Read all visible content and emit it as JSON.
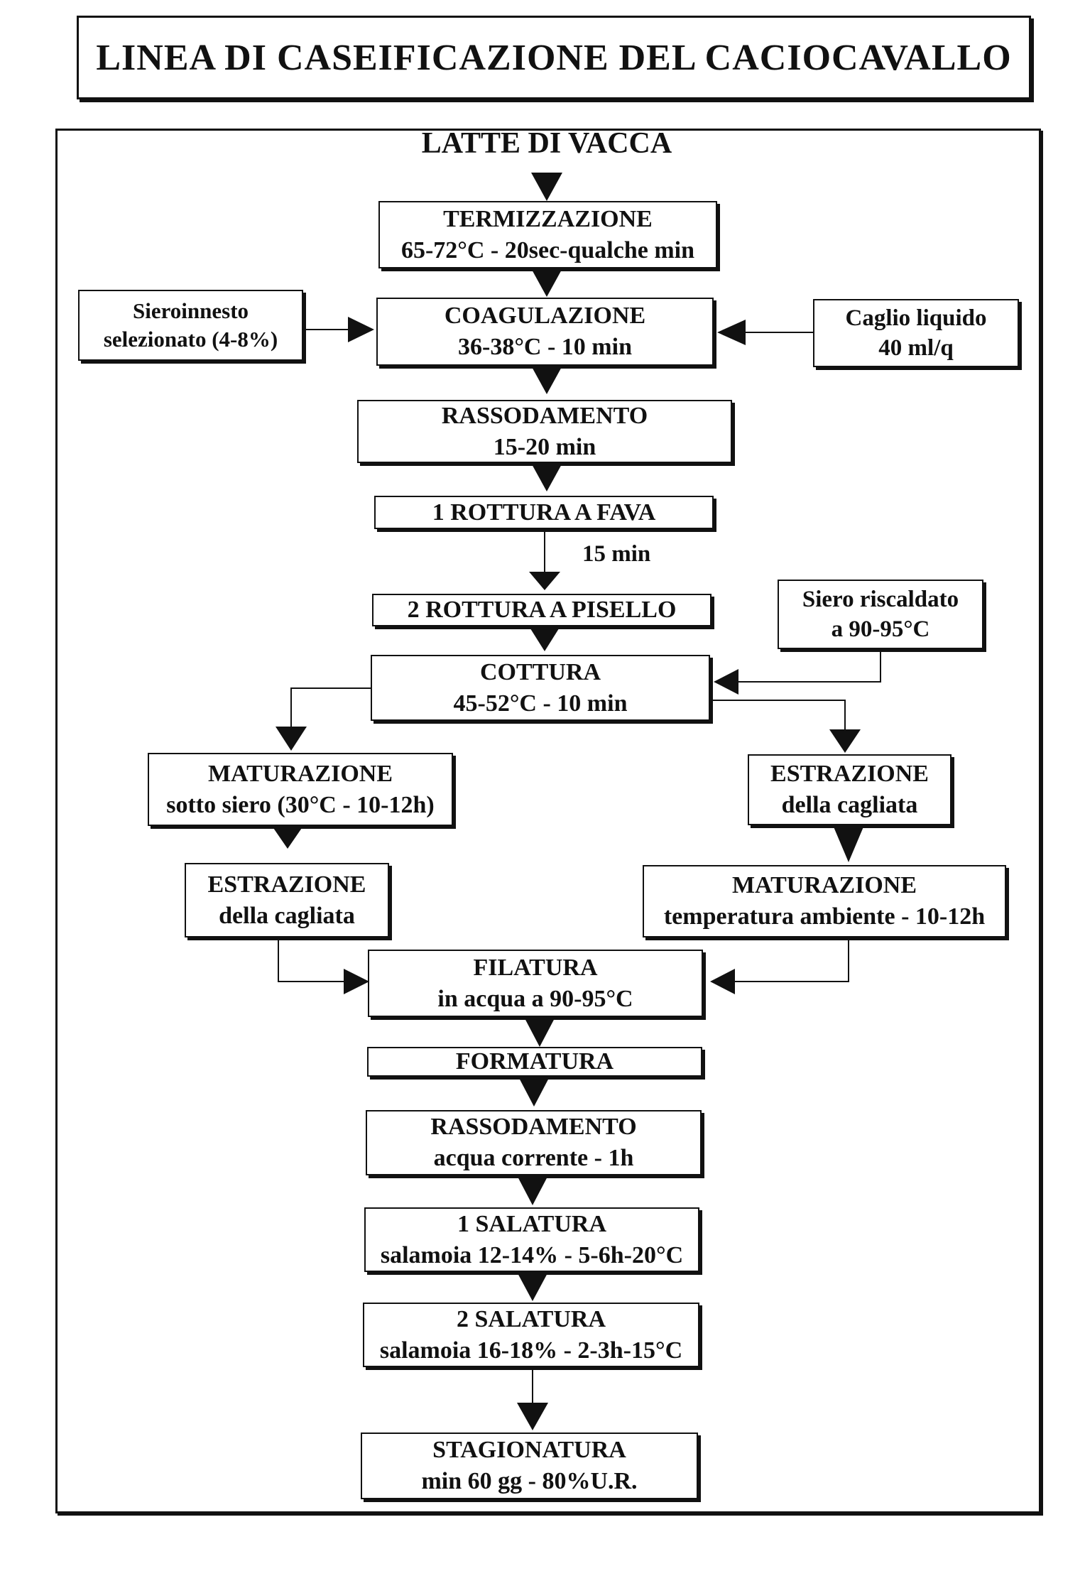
{
  "title": "LINEA DI CASEIFICAZIONE DEL CACIOCAVALLO",
  "start": "LATTE DI VACCA",
  "steps": {
    "termizzazione": {
      "title": "TERMIZZAZIONE",
      "detail": "65-72°C - 20sec-qualche min"
    },
    "coagulazione": {
      "title": "COAGULAZIONE",
      "detail": "36-38°C - 10 min"
    },
    "sieroinnesto": {
      "line1": "Sieroinnesto",
      "line2": "selezionato (4-8%)"
    },
    "caglio": {
      "line1": "Caglio liquido",
      "line2": "40 ml/q"
    },
    "rassodamento1": {
      "title": "RASSODAMENTO",
      "detail": "15-20 min"
    },
    "rottura1": {
      "title": "1 ROTTURA A FAVA"
    },
    "pausa": "15 min",
    "rottura2": {
      "title": "2 ROTTURA A PISELLO"
    },
    "siero": {
      "line1": "Siero riscaldato",
      "line2": "a 90-95°C"
    },
    "cottura": {
      "title": "COTTURA",
      "detail": "45-52°C - 10 min"
    },
    "maturazione_sx": {
      "title": "MATURAZIONE",
      "detail": "sotto siero (30°C - 10-12h)"
    },
    "estrazione_sx": {
      "title": "ESTRAZIONE",
      "detail": "della cagliata"
    },
    "estrazione_dx": {
      "title": "ESTRAZIONE",
      "detail": "della cagliata"
    },
    "maturazione_dx": {
      "title": "MATURAZIONE",
      "detail": "temperatura ambiente - 10-12h"
    },
    "filatura": {
      "title": "FILATURA",
      "detail": "in acqua a 90-95°C"
    },
    "formatura": {
      "title": "FORMATURA"
    },
    "rassodamento2": {
      "title": "RASSODAMENTO",
      "detail": "acqua corrente - 1h"
    },
    "salatura1": {
      "title": "1 SALATURA",
      "detail": "salamoia 12-14% - 5-6h-20°C"
    },
    "salatura2": {
      "title": "2 SALATURA",
      "detail": "salamoia 16-18% - 2-3h-15°C"
    },
    "stagionatura": {
      "title": "STAGIONATURA",
      "detail": "min 60 gg - 80%U.R."
    }
  }
}
